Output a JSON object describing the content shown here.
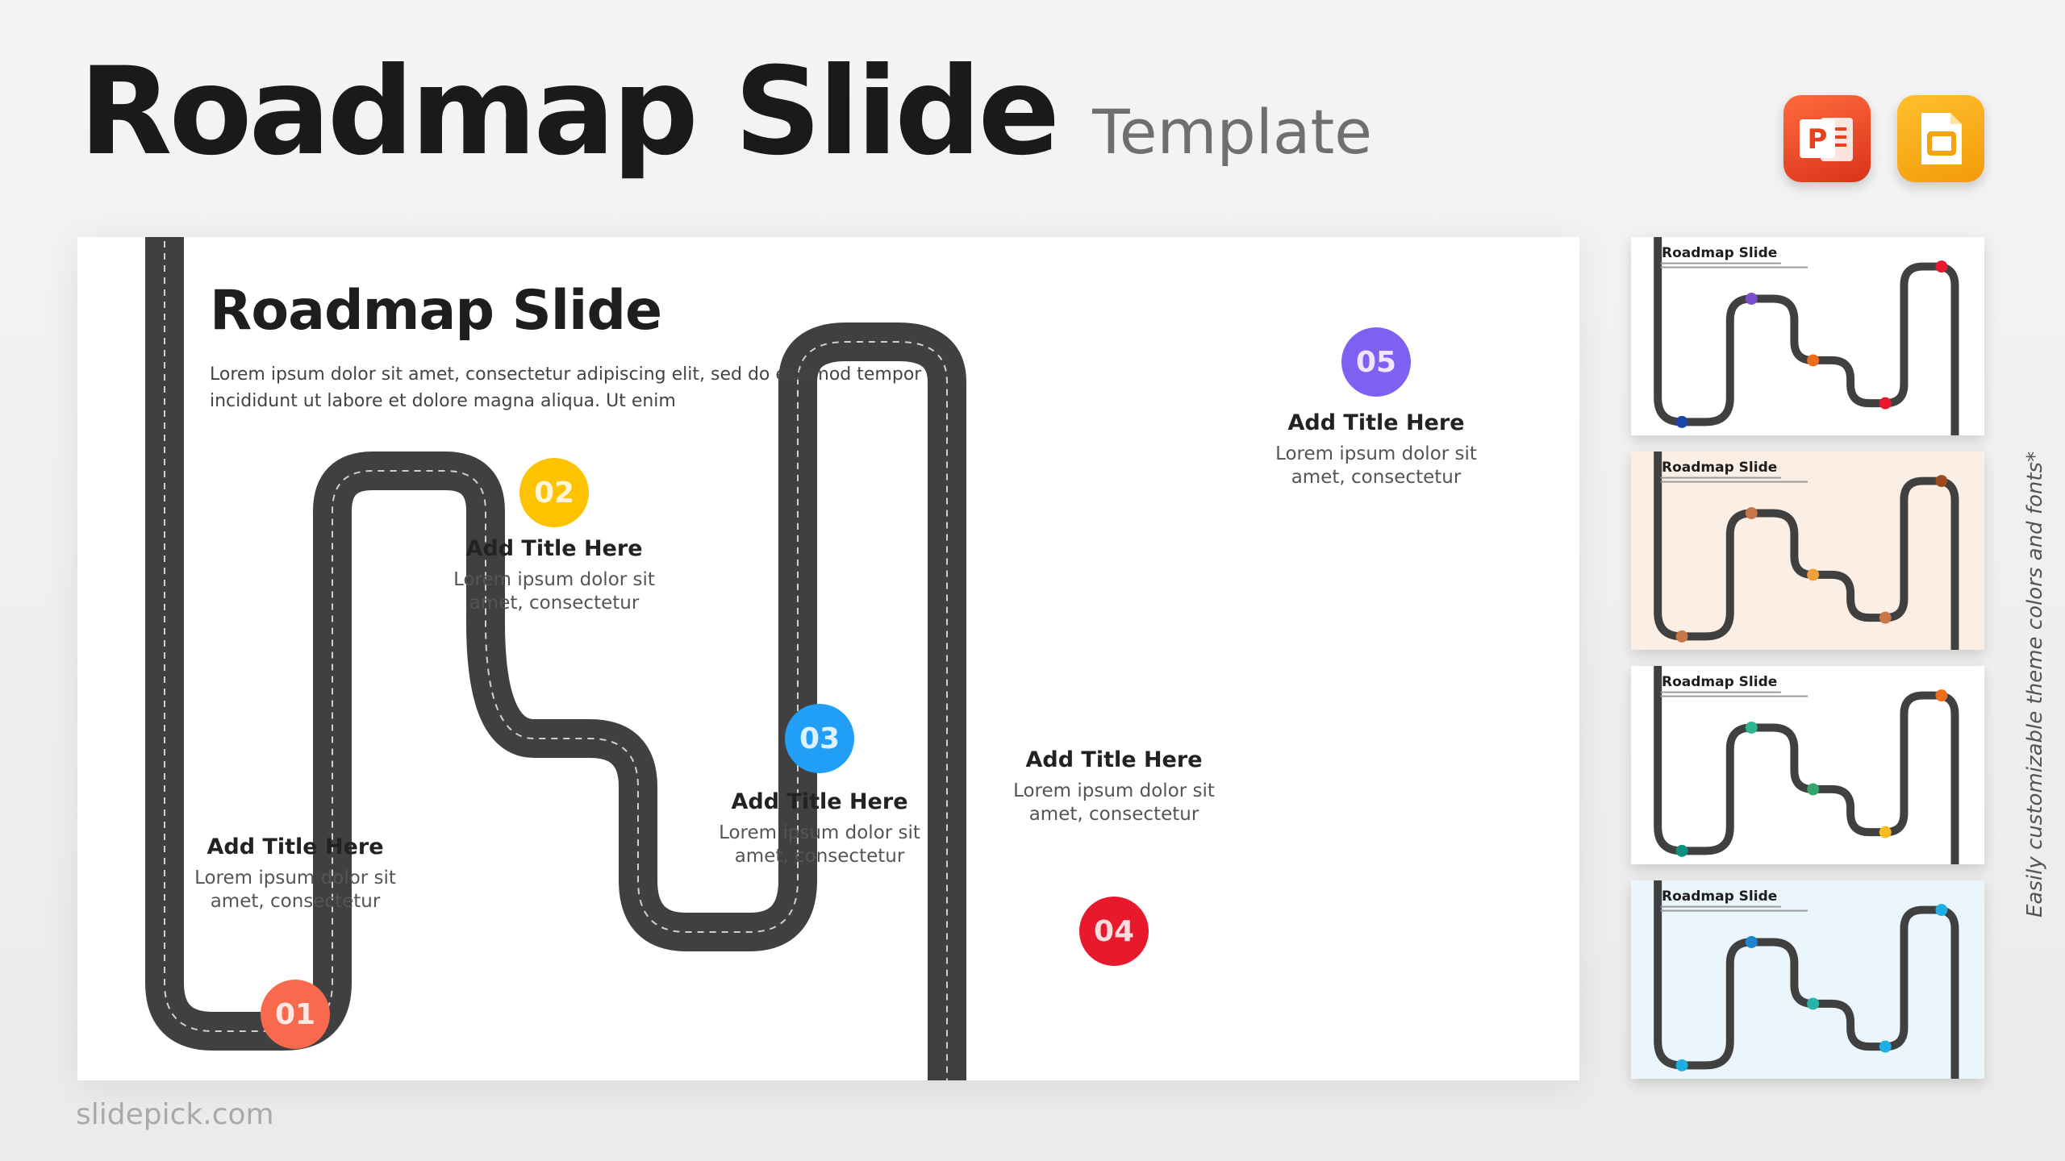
{
  "header": {
    "title": "Roadmap Slide",
    "subtitle": "Template"
  },
  "apps": [
    {
      "name": "powerpoint-icon",
      "label": "P",
      "color": "#e8411f"
    },
    {
      "name": "google-slides-icon",
      "label": "",
      "color": "#fbab16"
    }
  ],
  "slide": {
    "heading": "Roadmap Slide",
    "description": "Lorem ipsum dolor sit amet, consectetur adipiscing elit, sed do eiusmod tempor incididunt ut labore et dolore magna aliqua. Ut enim",
    "milestones": [
      {
        "number": "01",
        "title": "Add Title Here",
        "body": "Lorem ipsum dolor sit amet, consectetur",
        "color": "#f9694e"
      },
      {
        "number": "02",
        "title": "Add Title Here",
        "body": "Lorem ipsum dolor sit amet, consectetur",
        "color": "#fdc300"
      },
      {
        "number": "03",
        "title": "Add Title Here",
        "body": "Lorem ipsum dolor sit amet, consectetur",
        "color": "#219ef6"
      },
      {
        "number": "04",
        "title": "Add Title Here",
        "body": "Lorem ipsum dolor sit amet, consectetur",
        "color": "#e8192c"
      },
      {
        "number": "05",
        "title": "Add Title Here",
        "body": "Lorem ipsum dolor sit amet, consectetur",
        "color": "#7f61f1"
      }
    ]
  },
  "thumbnails": [
    {
      "title": "Roadmap Slide",
      "background": "#ffffff",
      "dots": [
        "#1b46a8",
        "#7a4fc9",
        "#ef6c1c",
        "#e8192c",
        "#e8192c"
      ]
    },
    {
      "title": "Roadmap Slide",
      "background": "#fbeee4",
      "dots": [
        "#c77748",
        "#c77748",
        "#f2a03c",
        "#c77748",
        "#9a4a1c"
      ]
    },
    {
      "title": "Roadmap Slide",
      "background": "#ffffff",
      "dots": [
        "#0f8f80",
        "#2fb592",
        "#36a46a",
        "#f6bd1c",
        "#ef6c1c"
      ]
    },
    {
      "title": "Roadmap Slide",
      "background": "#eaf6fb",
      "dots": [
        "#1dafe3",
        "#1d86cf",
        "#28b4a8",
        "#1dafe3",
        "#1dafe3"
      ]
    }
  ],
  "side_note": "Easily customizable theme colors and fonts*",
  "footer": "slidepick.com",
  "colors": {
    "road": "#404040",
    "road_dash": "#d0d0d0"
  }
}
